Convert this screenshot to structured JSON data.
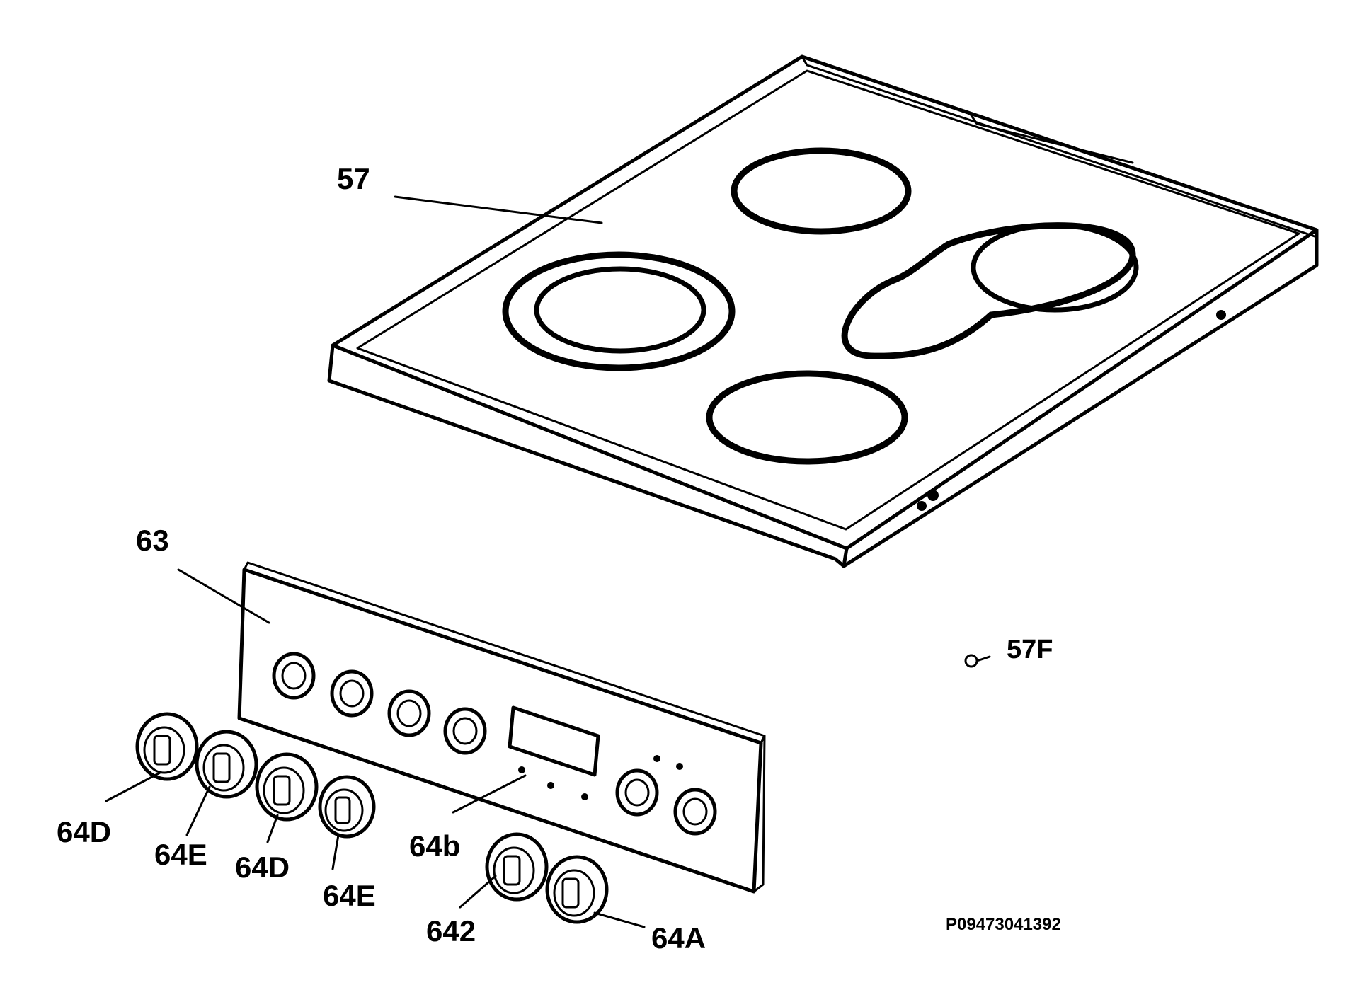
{
  "callouts": {
    "c57": "57",
    "c63": "63",
    "c57F": "57F",
    "c64D_a": "64D",
    "c64E_a": "64E",
    "c64D_b": "64D",
    "c64E_b": "64E",
    "c64b": "64b",
    "c642": "642",
    "c64A": "64A"
  },
  "drawing_code": "P09473041392",
  "colors": {
    "line": "#000000",
    "background": "#ffffff"
  }
}
